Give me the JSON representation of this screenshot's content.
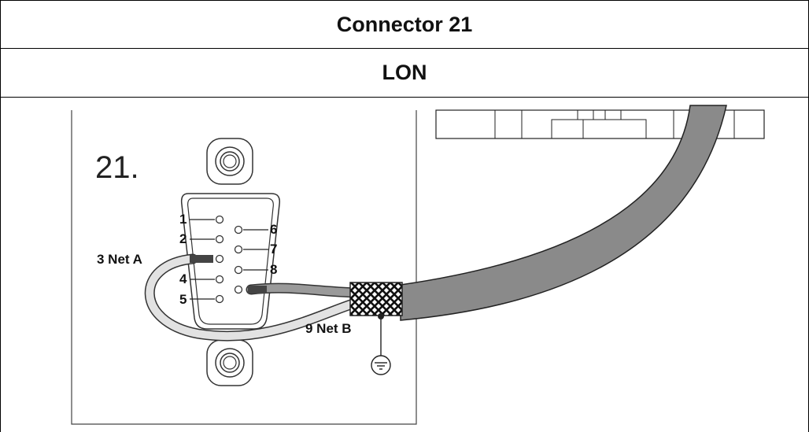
{
  "header": {
    "title": "Connector 21",
    "subtitle": "LON"
  },
  "figure": {
    "connector_number": "21.",
    "pins_left": [
      "1",
      "2",
      "3 Net A",
      "4",
      "5"
    ],
    "pins_right": [
      "6",
      "7",
      "8"
    ],
    "net_b_label": "9 Net B",
    "ground_symbol": "ground-icon"
  }
}
